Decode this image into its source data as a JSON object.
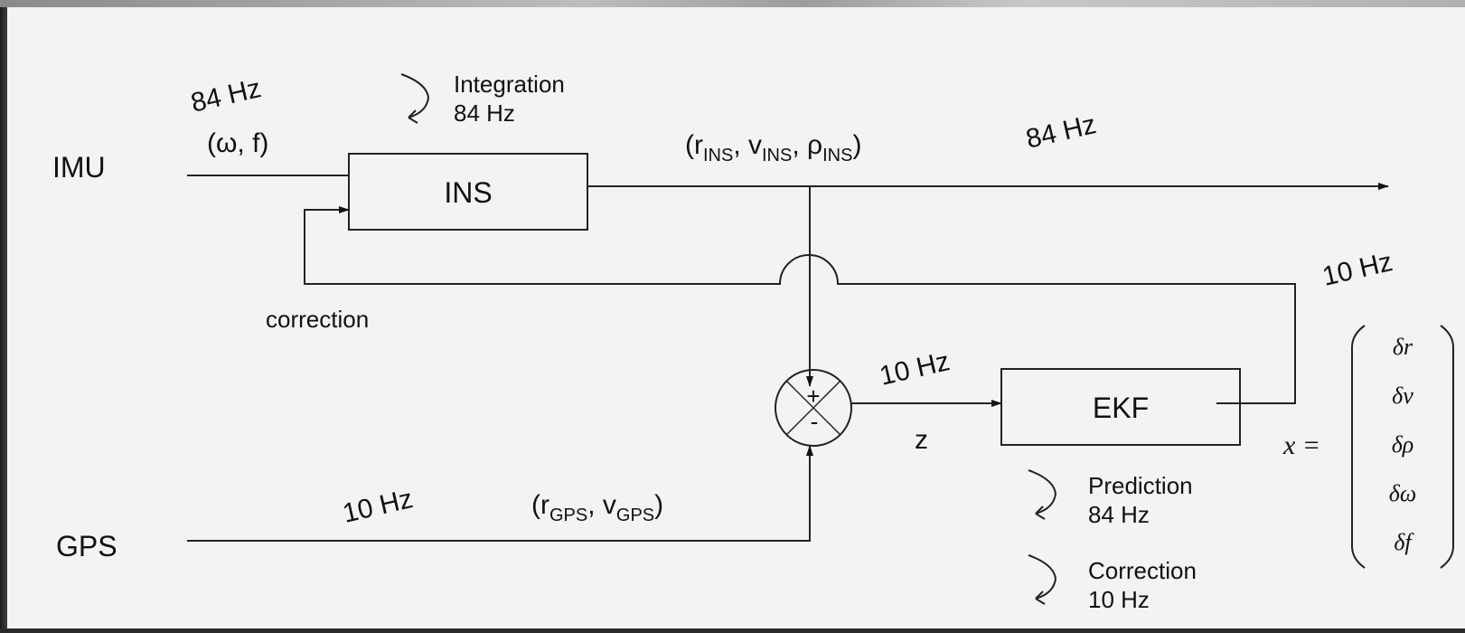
{
  "labels": {
    "imu": "IMU",
    "gps": "GPS",
    "ins": "INS",
    "ekf": "EKF",
    "correction": "correction",
    "z": "z",
    "imu_rate": "84 Hz",
    "imu_signals": "(ω, f)",
    "integration_line1": "Integration",
    "integration_line2": "84 Hz",
    "ins_out_rate": "84 Hz",
    "ekf_out_rate": "10 Hz",
    "z_rate": "10 Hz",
    "gps_rate": "10 Hz",
    "prediction_line1": "Prediction",
    "prediction_line2": "84 Hz",
    "correction_line1": "Correction",
    "correction_line2": "10 Hz",
    "plus": "+",
    "minus": "-",
    "x_eq": "x ="
  },
  "ins_output": {
    "open": "(r",
    "r_sub": "INS",
    "v": ", v",
    "v_sub": "INS",
    "rho": ", ρ",
    "rho_sub": "INS",
    "close": ")"
  },
  "gps_output": {
    "open": "(r",
    "r_sub": "GPS",
    "v": ", v",
    "v_sub": "GPS",
    "close": ")"
  },
  "state_vector": [
    "δr",
    "δv",
    "δρ",
    "δω",
    "δf"
  ]
}
